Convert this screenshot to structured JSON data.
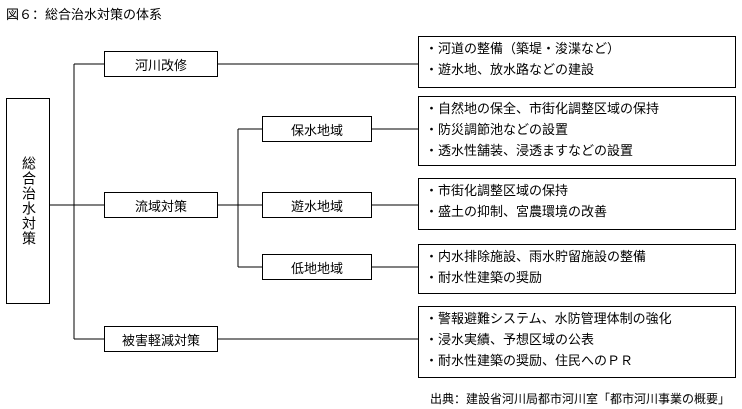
{
  "title": "図６：総合治水対策の体系",
  "root": "総合治水対策",
  "level1": [
    {
      "label": "河川改修"
    },
    {
      "label": "流域対策"
    },
    {
      "label": "被害軽減対策"
    }
  ],
  "level2": [
    {
      "label": "保水地域"
    },
    {
      "label": "遊水地域"
    },
    {
      "label": "低地地域"
    }
  ],
  "details": {
    "river": [
      "・河道の整備（築堤・浚渫など）",
      "・遊水地、放水路などの建設"
    ],
    "retention": [
      "・自然地の保全、市街化調整区域の保持",
      "・防災調節池などの設置",
      "・透水性舗装、浸透ますなどの設置"
    ],
    "detention": [
      "・市街化調整区域の保持",
      "・盛土の抑制、宮農環境の改善"
    ],
    "lowland": [
      "・内水排除施設、雨水貯留施設の整備",
      "・耐水性建築の奨励"
    ],
    "mitigation": [
      "・警報避難システム、水防管理体制の強化",
      "・浸水実績、予想区域の公表",
      "・耐水性建築の奨励、住民へのＰＲ"
    ]
  },
  "source": "出典：建設省河川局都市河川室「都市河川事業の概要」"
}
